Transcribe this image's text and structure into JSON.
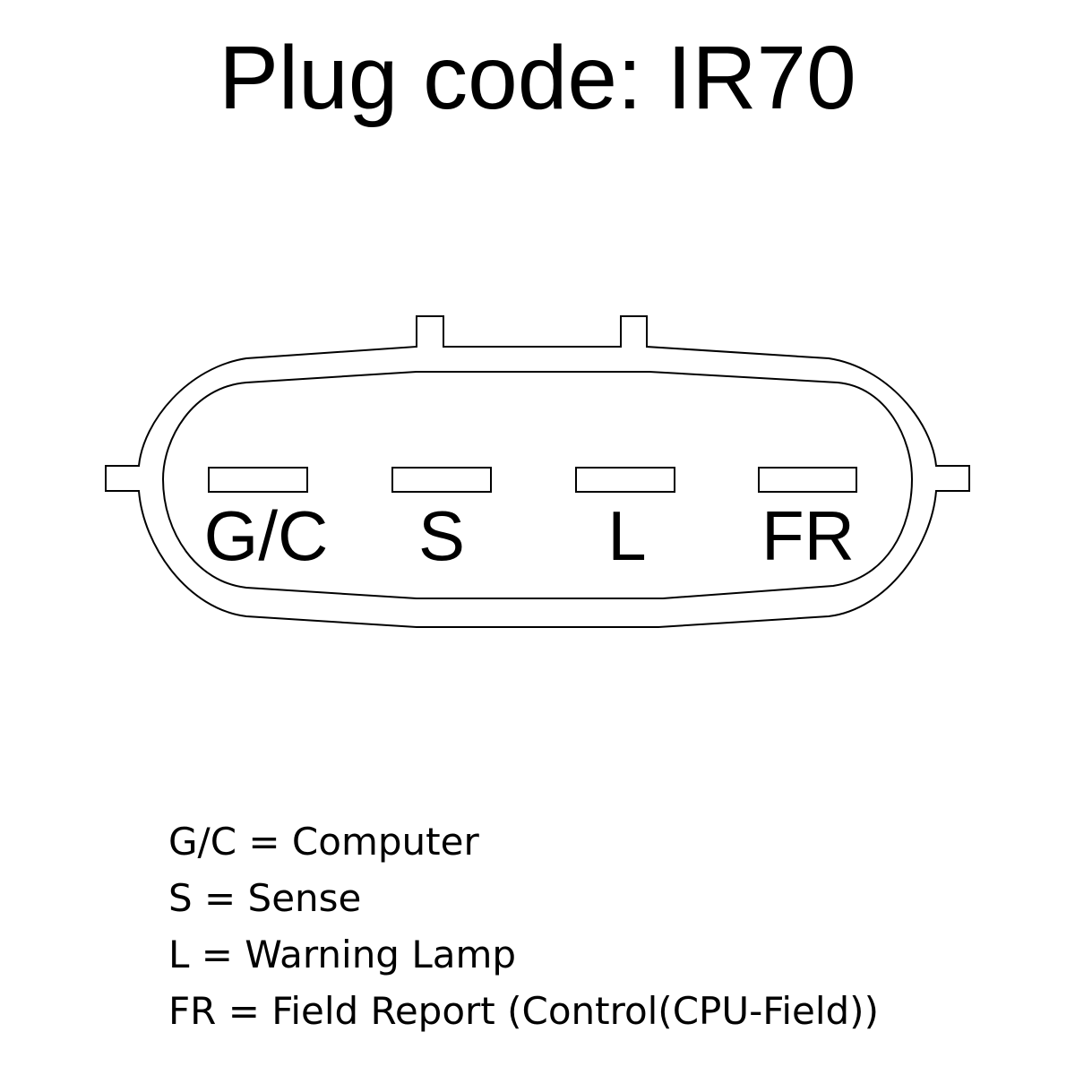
{
  "title": "Plug code: IR70",
  "pins": [
    {
      "label": "G/C"
    },
    {
      "label": "S"
    },
    {
      "label": "L"
    },
    {
      "label": "FR"
    }
  ],
  "legend": [
    "G/C = Computer",
    "S = Sense",
    "L = Warning Lamp",
    "FR = Field Report (Control(CPU-Field))"
  ]
}
